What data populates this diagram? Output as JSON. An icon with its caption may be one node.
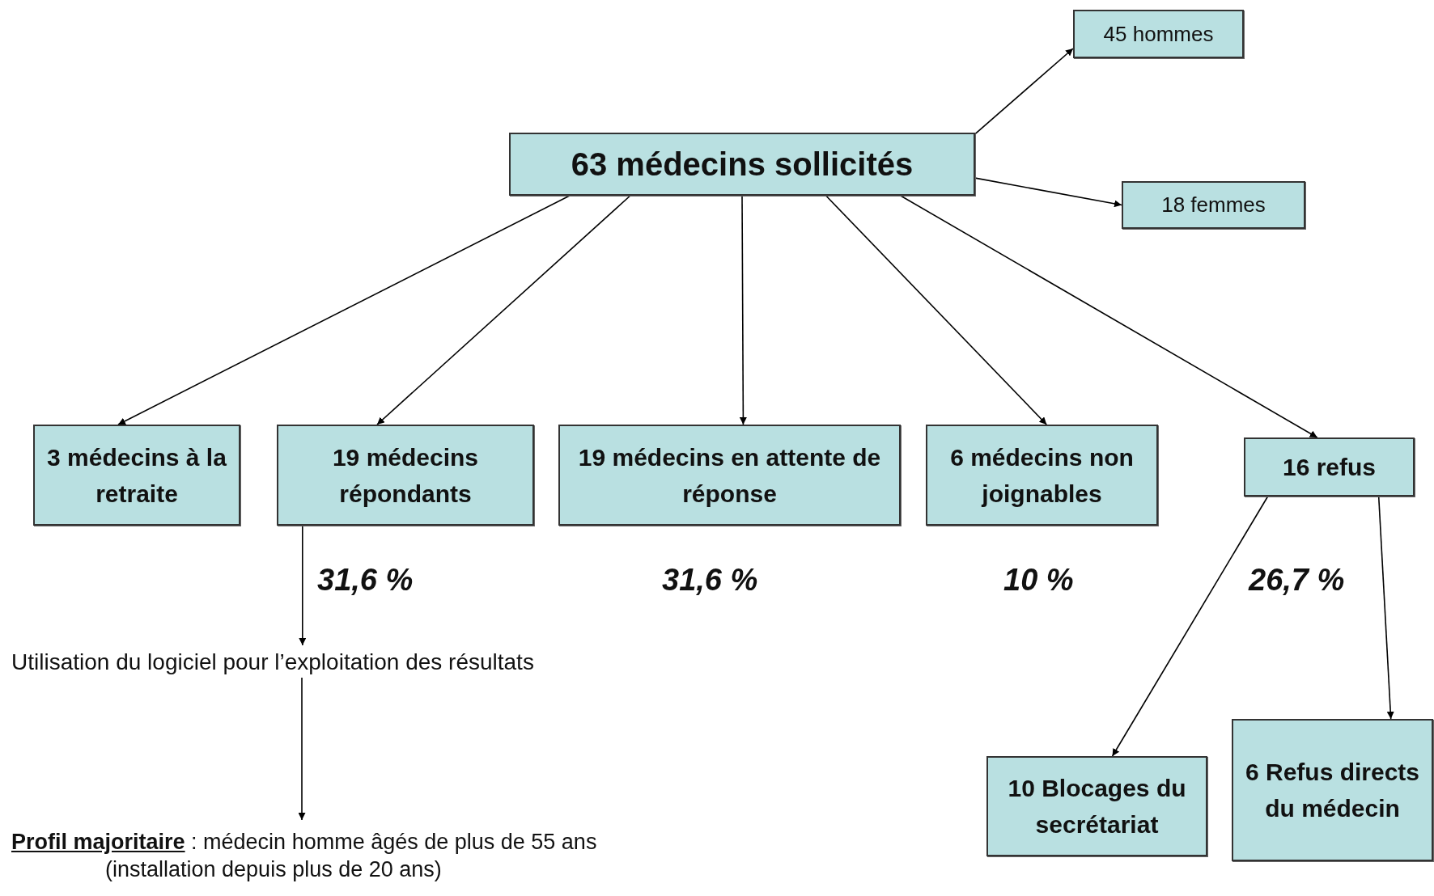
{
  "diagram": {
    "nodes": [
      {
        "text": [
          "63 médecins sollicités"
        ]
      },
      {
        "text": [
          "45 hommes"
        ]
      },
      {
        "text": [
          "18 femmes"
        ]
      },
      {
        "text": [
          "3 médecins à la retraite"
        ]
      },
      {
        "text": [
          "19 médecins répondants"
        ]
      },
      {
        "text": [
          "19 médecins en attente de réponse"
        ]
      },
      {
        "text": [
          "6 médecins non joignables"
        ]
      },
      {
        "text": [
          "16  refus"
        ]
      },
      {
        "text": [
          "Utilisation du logiciel pour l’exploitation des résultats"
        ]
      },
      {
        "text": [
          "**Profil majoritaire** : médecin homme âgés de plus de 55 ans (installation depuis plus de 20 ans)"
        ]
      },
      {
        "text": [
          "10 Blocages du secrétariat"
        ]
      },
      {
        "text": [
          "6 Refus directs du médecin"
        ]
      }
    ],
    "edges": [
      {
        "from": 0,
        "to": 1,
        "arrow": "to"
      },
      {
        "from": 0,
        "to": 2,
        "arrow": "to"
      },
      {
        "from": 0,
        "to": 3,
        "arrow": "to"
      },
      {
        "from": 0,
        "to": 4,
        "arrow": "to"
      },
      {
        "from": 0,
        "to": 5,
        "arrow": "to"
      },
      {
        "from": 0,
        "to": 6,
        "arrow": "to"
      },
      {
        "from": 0,
        "to": 7,
        "arrow": "to"
      },
      {
        "from": 4,
        "to": 8,
        "arrow": "to"
      },
      {
        "from": 8,
        "to": 9,
        "arrow": "to"
      },
      {
        "from": 7,
        "to": 10,
        "arrow": "to"
      },
      {
        "from": 7,
        "to": 11,
        "arrow": "to"
      }
    ],
    "labels": [
      "31,6 %",
      "31,6 %",
      "10 %",
      "26,7 %"
    ]
  }
}
